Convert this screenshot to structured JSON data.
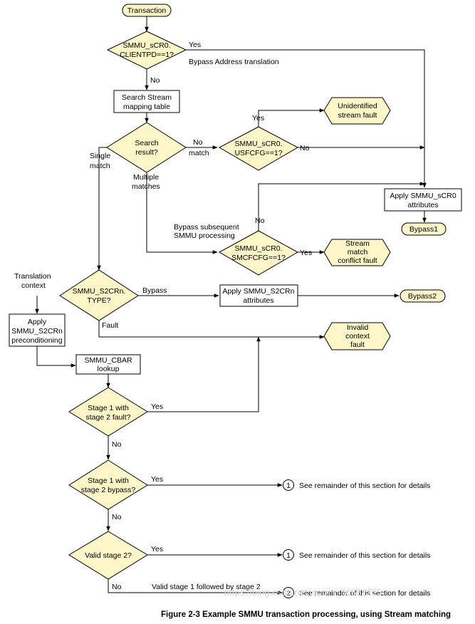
{
  "nodes": {
    "transaction": "Transaction",
    "clientpd": [
      "SMMU_sCR0.",
      "CLIENTPD==1?"
    ],
    "search_table": [
      "Search Stream",
      "mapping table"
    ],
    "search_result": [
      "Search",
      "result?"
    ],
    "usfcfg": [
      "SMMU_sCR0.",
      "USFCFG==1?"
    ],
    "unidentified_fault": [
      "Unidentified",
      "stream fault"
    ],
    "apply_scr0": [
      "Apply SMMU_sCR0",
      "attributes"
    ],
    "bypass1": "Bypass1",
    "smcfcfg": [
      "SMMU_sCR0.",
      "SMCFCFG==1?"
    ],
    "conflict_fault": [
      "Stream",
      "match",
      "conflict fault"
    ],
    "s2crn_type": [
      "SMMU_S2CRn.",
      "TYPE?"
    ],
    "apply_s2crn_attr": [
      "Apply SMMU_S2CRn",
      "attributes"
    ],
    "bypass2": "Bypass2",
    "apply_s2crn_pre": [
      "Apply",
      "SMMU_S2CRn",
      "preconditioning"
    ],
    "invalid_fault": [
      "Invalid",
      "context",
      "fault"
    ],
    "cbar_lookup": [
      "SMMU_CBAR",
      "lookup"
    ],
    "stage1_s2fault": [
      "Stage 1 with",
      "stage 2 fault?"
    ],
    "stage1_s2bypass": [
      "Stage 1 with",
      "stage 2 bypass?"
    ],
    "valid_stage2": "Valid stage 2?",
    "conn1a": "1",
    "conn1b": "1",
    "conn2": "2"
  },
  "labels": {
    "yes_bypass": "Yes",
    "bypass_addr": "Bypass Address translation",
    "no_1": "No",
    "yes_unid": "Yes",
    "no_match": [
      "No",
      "match"
    ],
    "no_usf": "No",
    "single_match": [
      "Single",
      "match"
    ],
    "multiple_matches": [
      "Multiple",
      "matches"
    ],
    "bypass_subsequent": [
      "Bypass subsequent",
      "SMMU processing"
    ],
    "no_smcf": "No",
    "yes_smcf": "Yes",
    "translation_context": [
      "Translation",
      "context"
    ],
    "bypass_s2": "Bypass",
    "fault_s2": "Fault",
    "yes_s2fault": "Yes",
    "no_s2fault": "No",
    "yes_s2bypass": "Yes",
    "no_s2bypass": "No",
    "yes_valid": "Yes",
    "no_valid": "No",
    "valid_followed": "Valid stage 1 followed by stage 2",
    "see1a": "See remainder of this section for details",
    "see1b": "See remainder of this section for details",
    "see2": "See remainder of this section for details"
  },
  "caption": "Figure 2-3 Example SMMU transaction processing, using Stream matching",
  "watermark": "https://blog.csdn.net/weixin_40881235"
}
